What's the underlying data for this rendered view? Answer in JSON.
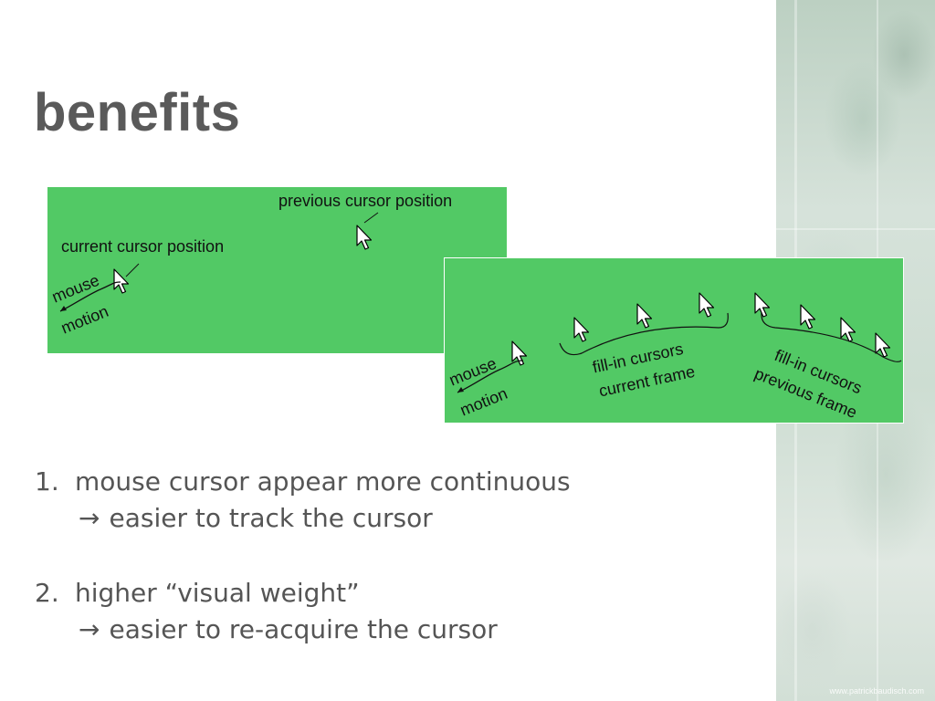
{
  "slide": {
    "title": "benefits",
    "watermark": "www.patrickbaudisch.com"
  },
  "figure_a": {
    "label_previous": "previous cursor position",
    "label_current": "current cursor position",
    "motion_word1": "mouse",
    "motion_word2": "motion"
  },
  "figure_b": {
    "motion_word1": "mouse",
    "motion_word2": "motion",
    "group_current_line1": "fill-in cursors",
    "group_current_line2": "current frame",
    "group_previous_line1": "fill-in cursors",
    "group_previous_line2": "previous frame"
  },
  "list": {
    "items": [
      {
        "number": "1.",
        "text": "mouse cursor appear more continuous",
        "arrow": "→",
        "subtext": "easier to track the cursor"
      },
      {
        "number": "2.",
        "text": "higher “visual weight”",
        "arrow": "→",
        "subtext": "easier to re-acquire the cursor"
      }
    ]
  },
  "colors": {
    "panel_green": "#52c965",
    "title_gray": "#5a5a5a",
    "text_gray": "#555555"
  },
  "icons": {
    "cursor": "mouse-pointer-icon",
    "bullet_arrow": "right-arrow-icon"
  }
}
